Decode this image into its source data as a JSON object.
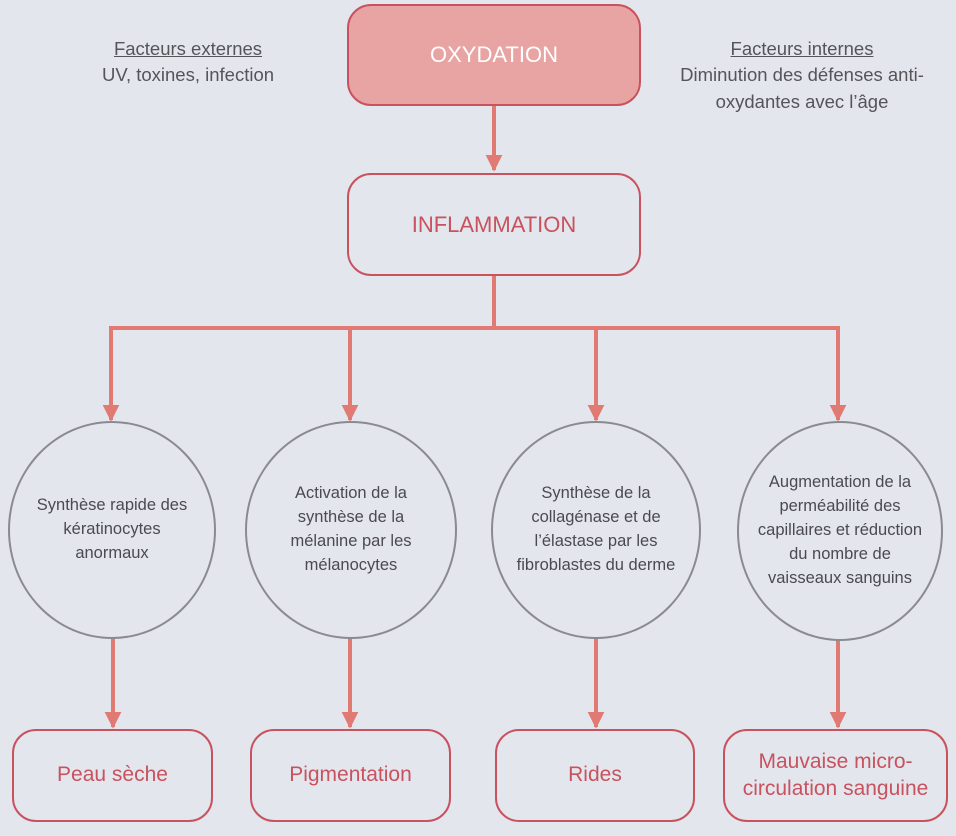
{
  "colors": {
    "background": "#e4e6ee",
    "accent": "#c8525e",
    "top_fill": "#e8a3a3",
    "arrow": "#e07a72",
    "circle_border": "#8a8a90"
  },
  "factors": {
    "external": {
      "title": "Facteurs externes",
      "desc": "UV, toxines, infection"
    },
    "internal": {
      "title": "Facteurs internes",
      "desc": "Diminution des défenses anti-oxydantes avec l’âge"
    }
  },
  "top": {
    "label": "OXYDATION"
  },
  "middle": {
    "label": "INFLAMMATION"
  },
  "branches": [
    {
      "mechanism": "Synthèse rapide des kératinocytes anormaux",
      "outcome": "Peau sèche"
    },
    {
      "mechanism": "Activation de la synthèse de la mélanine par les mélanocytes",
      "outcome": "Pigmentation"
    },
    {
      "mechanism": "Synthèse de la collagénase et de l’élastase par les fibroblastes du derme",
      "outcome": "Rides"
    },
    {
      "mechanism": "Augmentation de la perméabilité des capillaires et réduction du nombre de vaisseaux sanguins",
      "outcome": "Mauvaise micro-circulation sanguine"
    }
  ]
}
